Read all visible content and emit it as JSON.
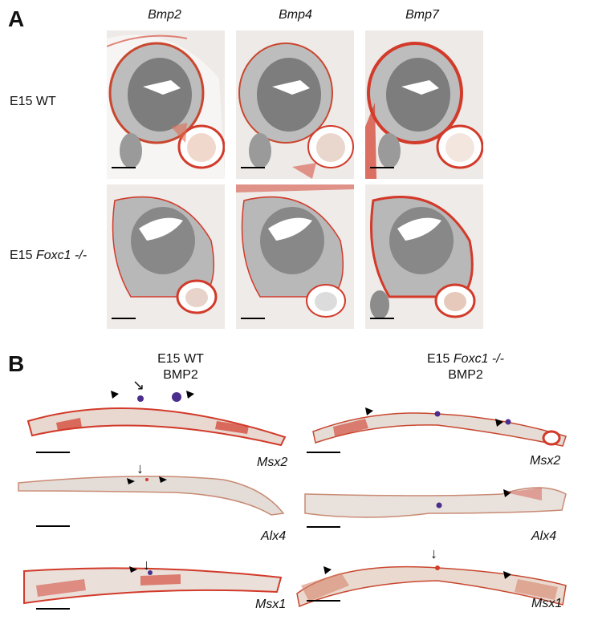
{
  "panel_a": {
    "letter": "A",
    "genes": [
      "Bmp2",
      "Bmp4",
      "Bmp7"
    ],
    "rows": [
      {
        "label_prefix": "E15",
        "label_genotype": "WT"
      },
      {
        "label_prefix": "E15",
        "label_genotype": "Foxc1 -/-"
      }
    ]
  },
  "panel_b": {
    "letter": "B",
    "left_title_line1": "E15 WT",
    "left_title_line2": "BMP2",
    "right_title_prefix": "E15",
    "right_title_genotype": "Foxc1 -/-",
    "right_title_line2": "BMP2",
    "left_genes": [
      "Msx2",
      "Alx4",
      "Msx1"
    ],
    "right_genes": [
      "Msx2",
      "Alx4",
      "Msx1"
    ]
  },
  "colors": {
    "stain_red": "#d23a2a",
    "tissue_gray": "#8c8c8c",
    "bead_purple": "#4a2d8c"
  }
}
